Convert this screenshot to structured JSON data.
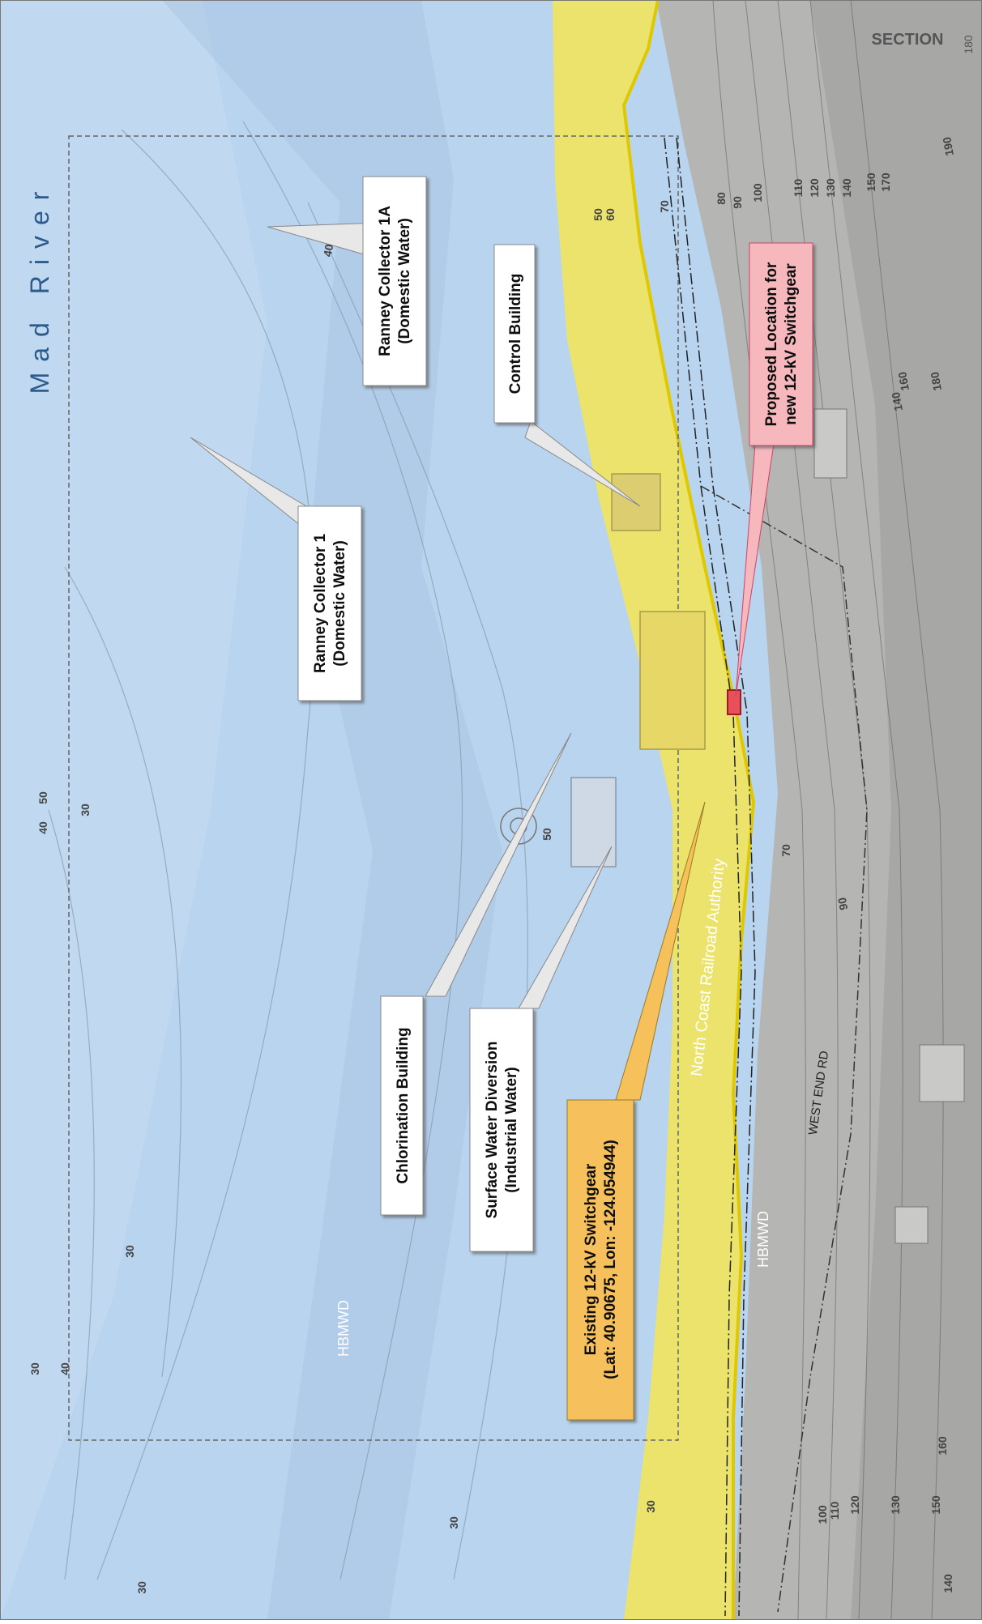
{
  "map": {
    "river_name": "Mad River",
    "section_label": "SECTION",
    "section_number": "180",
    "colors": {
      "water_zone": "#b9d4ef",
      "flood_zone": "#f2e55a",
      "hillside": "#b5b5b3",
      "switchgear_proposed": "#e8505b",
      "callout_existing": "#f6c15b",
      "callout_proposed": "#f6b8bd",
      "callout_default": "#ffffff"
    },
    "area_labels": {
      "hbmwd_1": "HBMWD",
      "hbmwd_2": "HBMWD",
      "railroad": "North Coast Railroad Authority",
      "road": "WEST END RD"
    },
    "callouts": {
      "ranney_1a_line1": "Ranney Collector 1A",
      "ranney_1a_line2": "(Domestic Water)",
      "control_building": "Control Building",
      "ranney_1_line1": "Ranney Collector 1",
      "ranney_1_line2": "(Domestic Water)",
      "chlorination_building": "Chlorination Building",
      "surface_water_line1": "Surface Water Diversion",
      "surface_water_line2": "(Industrial Water)",
      "existing_switchgear_line1": "Existing 12-kV Switchgear",
      "existing_switchgear_line2": "(Lat: 40.90675, Lon: -124.054944)",
      "proposed_line1": "Proposed Location for",
      "proposed_line2": "new 12-kV Switchgear"
    },
    "contour_labels": {
      "c30_a": "30",
      "c30_b": "30",
      "c30_c": "30",
      "c30_d": "30",
      "c30_e": "30",
      "c30_f": "30",
      "c40_a": "40",
      "c40_b": "40",
      "c40_c": "40",
      "c50_a": "50",
      "c50_b": "50",
      "c50_c": "50",
      "c60": "60",
      "c70_a": "70",
      "c70_b": "70",
      "c80": "80",
      "c90_a": "90",
      "c90_b": "90",
      "c100_a": "100",
      "c100_b": "100",
      "c110_a": "110",
      "c110_b": "110",
      "c120_a": "120",
      "c120_b": "120",
      "c130_a": "130",
      "c130_b": "130",
      "c140_a": "140",
      "c140_b": "140",
      "c140_c": "140",
      "c150_a": "150",
      "c150_b": "150",
      "c160_a": "160",
      "c160_b": "160",
      "c170": "170",
      "c180": "180",
      "c190": "190"
    }
  }
}
